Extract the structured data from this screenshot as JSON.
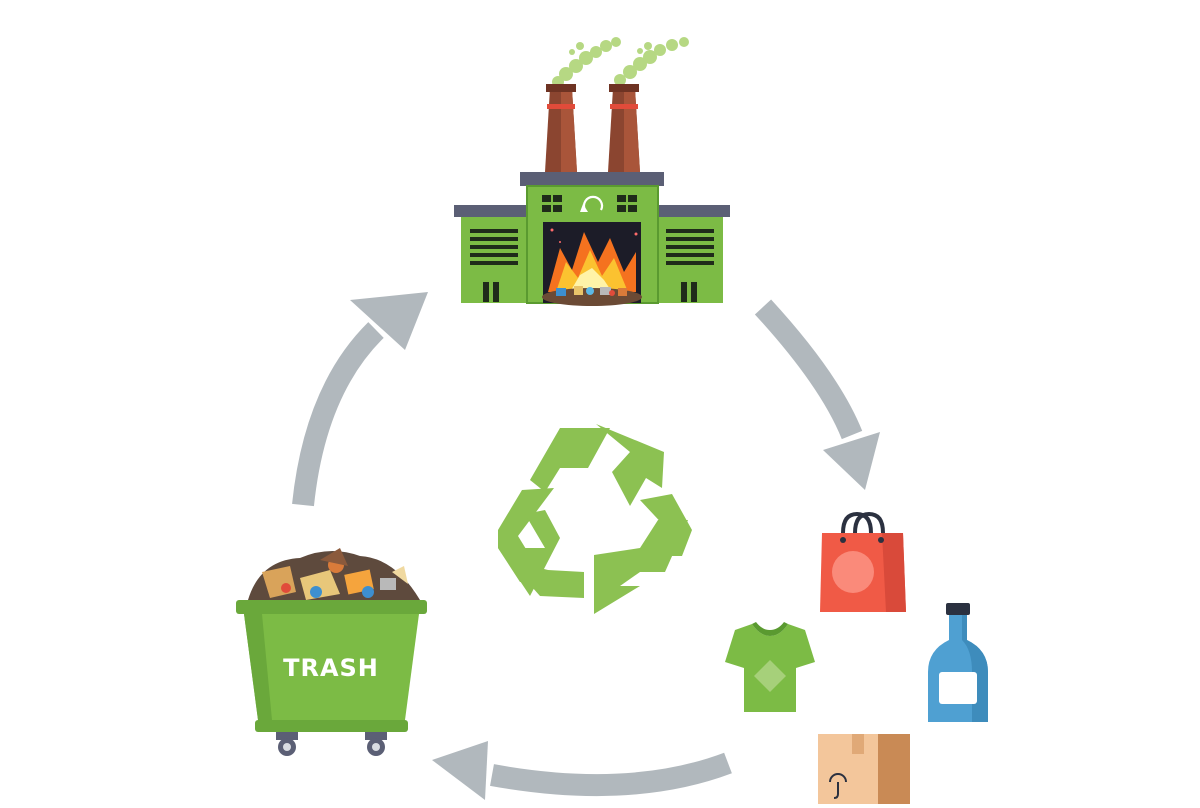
{
  "diagram": {
    "cycle_steps": [
      {
        "id": "trash",
        "label": "TRASH"
      },
      {
        "id": "recycling-plant",
        "label": ""
      },
      {
        "id": "recycled-products",
        "label": ""
      }
    ],
    "products": [
      "shopping-bag-icon",
      "glass-bottle-icon",
      "t-shirt-icon",
      "cardboard-box-icon"
    ],
    "colors": {
      "green": "#7cbb45",
      "green_dark": "#5a9a30",
      "recycle_green": "#8cc152",
      "arrow_gray": "#b1b8bd",
      "brick": "#8b4530",
      "roof": "#5b5f75",
      "fire_orange": "#f5721f",
      "fire_yellow": "#fbc230",
      "bag_red": "#f05a46",
      "bottle_blue": "#4fa0d2",
      "box_tan": "#f3c69b"
    }
  }
}
